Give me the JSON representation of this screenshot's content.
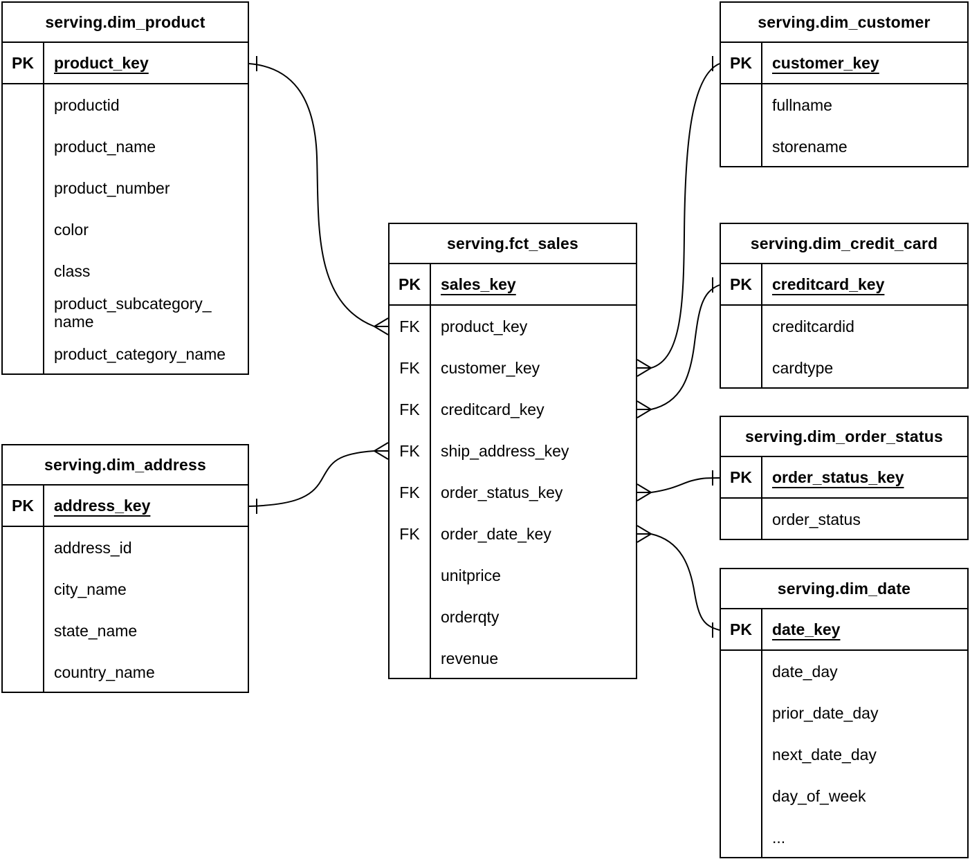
{
  "diagram": {
    "background_color": "#ffffff",
    "line_color": "#000000",
    "text_color": "#000000",
    "notation": "crow-foot",
    "tables": [
      {
        "title": "serving.dim_product",
        "pk": {
          "key": "PK",
          "name": "product_key"
        },
        "fields": [
          {
            "key": "",
            "name": "productid"
          },
          {
            "key": "",
            "name": "product_name"
          },
          {
            "key": "",
            "name": "product_number"
          },
          {
            "key": "",
            "name": "color"
          },
          {
            "key": "",
            "name": "class"
          },
          {
            "key": "",
            "name": "product_subcategory_\nname"
          },
          {
            "key": "",
            "name": "product_category_name"
          }
        ]
      },
      {
        "title": "serving.dim_address",
        "pk": {
          "key": "PK",
          "name": "address_key"
        },
        "fields": [
          {
            "key": "",
            "name": "address_id"
          },
          {
            "key": "",
            "name": "city_name"
          },
          {
            "key": "",
            "name": "state_name"
          },
          {
            "key": "",
            "name": "country_name"
          }
        ]
      },
      {
        "title": "serving.fct_sales",
        "pk": {
          "key": "PK",
          "name": "sales_key"
        },
        "fields": [
          {
            "key": "FK",
            "name": "product_key"
          },
          {
            "key": "FK",
            "name": "customer_key"
          },
          {
            "key": "FK",
            "name": "creditcard_key"
          },
          {
            "key": "FK",
            "name": "ship_address_key"
          },
          {
            "key": "FK",
            "name": "order_status_key"
          },
          {
            "key": "FK",
            "name": "order_date_key"
          },
          {
            "key": "",
            "name": "unitprice"
          },
          {
            "key": "",
            "name": "orderqty"
          },
          {
            "key": "",
            "name": "revenue"
          }
        ]
      },
      {
        "title": "serving.dim_customer",
        "pk": {
          "key": "PK",
          "name": "customer_key"
        },
        "fields": [
          {
            "key": "",
            "name": "fullname"
          },
          {
            "key": "",
            "name": "storename"
          }
        ]
      },
      {
        "title": "serving.dim_credit_card",
        "pk": {
          "key": "PK",
          "name": "creditcard_key"
        },
        "fields": [
          {
            "key": "",
            "name": "creditcardid"
          },
          {
            "key": "",
            "name": "cardtype"
          }
        ]
      },
      {
        "title": "serving.dim_order_status",
        "pk": {
          "key": "PK",
          "name": "order_status_key"
        },
        "fields": [
          {
            "key": "",
            "name": "order_status"
          }
        ]
      },
      {
        "title": "serving.dim_date",
        "pk": {
          "key": "PK",
          "name": "date_key"
        },
        "fields": [
          {
            "key": "",
            "name": "date_day"
          },
          {
            "key": "",
            "name": "prior_date_day"
          },
          {
            "key": "",
            "name": "next_date_day"
          },
          {
            "key": "",
            "name": "day_of_week"
          },
          {
            "key": "",
            "name": "..."
          }
        ]
      }
    ],
    "relationships": [
      {
        "from": "serving.dim_product.product_key",
        "from_cardinality": "one",
        "to": "serving.fct_sales.product_key",
        "to_cardinality": "many"
      },
      {
        "from": "serving.dim_address.address_key",
        "from_cardinality": "one",
        "to": "serving.fct_sales.ship_address_key",
        "to_cardinality": "many"
      },
      {
        "from": "serving.dim_customer.customer_key",
        "from_cardinality": "one",
        "to": "serving.fct_sales.customer_key",
        "to_cardinality": "many"
      },
      {
        "from": "serving.dim_credit_card.creditcard_key",
        "from_cardinality": "one",
        "to": "serving.fct_sales.creditcard_key",
        "to_cardinality": "many"
      },
      {
        "from": "serving.dim_order_status.order_status_key",
        "from_cardinality": "one",
        "to": "serving.fct_sales.order_status_key",
        "to_cardinality": "many"
      },
      {
        "from": "serving.dim_date.date_key",
        "from_cardinality": "one",
        "to": "serving.fct_sales.order_date_key",
        "to_cardinality": "many"
      }
    ]
  }
}
